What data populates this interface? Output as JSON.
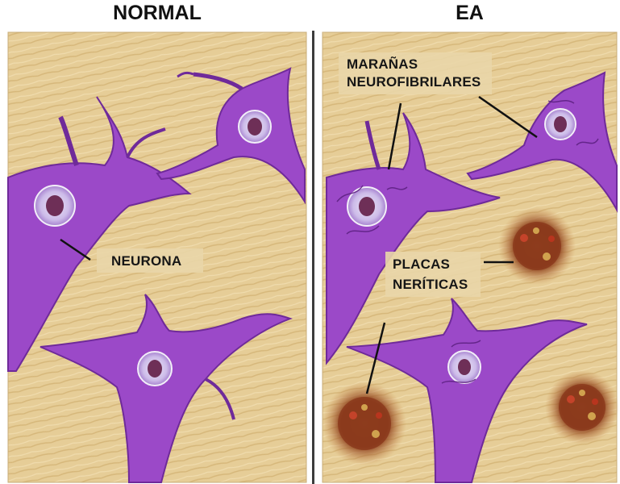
{
  "panels": {
    "left": {
      "title": "NORMAL"
    },
    "right": {
      "title": "EA"
    }
  },
  "labels": {
    "neurona": "NEURONA",
    "maranas_line1": "MARAÑAS",
    "maranas_line2": "NEUROFIBRILARES",
    "placas_line1": "PLACAS",
    "placas_line2": "NERÍTICAS"
  },
  "colors": {
    "tissue": "#e7cf98",
    "neuron": "#9b49c8",
    "neuron_dark": "#6f2a9a",
    "nucleus": "#c7b6e8",
    "nucleolus": "#6e2f57",
    "plaque": "#8b3a1c"
  }
}
